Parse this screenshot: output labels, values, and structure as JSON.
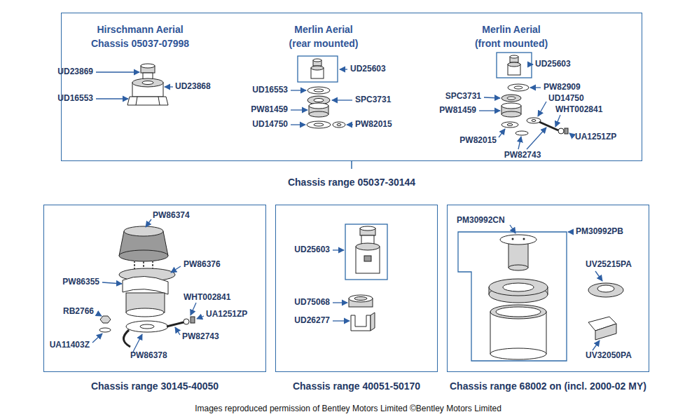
{
  "diagram": {
    "caption": "Images reproduced permission of Bentley Motors Limited ©Bentley Motors Limited",
    "nodes": [
      {
        "text": [
          "Chassis range 05037-30144"
        ]
      },
      {
        "text": [
          "Chassis range 30145-40050"
        ]
      },
      {
        "text": [
          "Chassis range 40051-50170"
        ]
      },
      {
        "text": [
          "Chassis range 68002 on (incl. 2000-02 MY)"
        ]
      }
    ],
    "labels": [
      "Hirschmann Aerial",
      "Chassis 05037-07998",
      "Merlin Aerial",
      "(rear mounted)",
      "Merlin Aerial",
      "(front mounted)",
      "UD23869",
      "UD23868",
      "UD16553",
      "UD25603",
      "UD16553",
      "SPC3731",
      "PW81459",
      "UD14750",
      "PW82015",
      "UD25603",
      "PW82909",
      "SPC3731",
      "UD14750",
      "PW81459",
      "WHT002841",
      "UA1251ZP",
      "PW82015",
      "PW82743",
      "PW86374",
      "PW86376",
      "PW86355",
      "WHT002841",
      "RB2766",
      "UA1251ZP",
      "PW82743",
      "UA11403Z",
      "PW86378",
      "UD25603",
      "UD75068",
      "UD26277",
      "PM30992CN",
      "PM30992PB",
      "UV25215PA",
      "UV32050PA"
    ]
  }
}
